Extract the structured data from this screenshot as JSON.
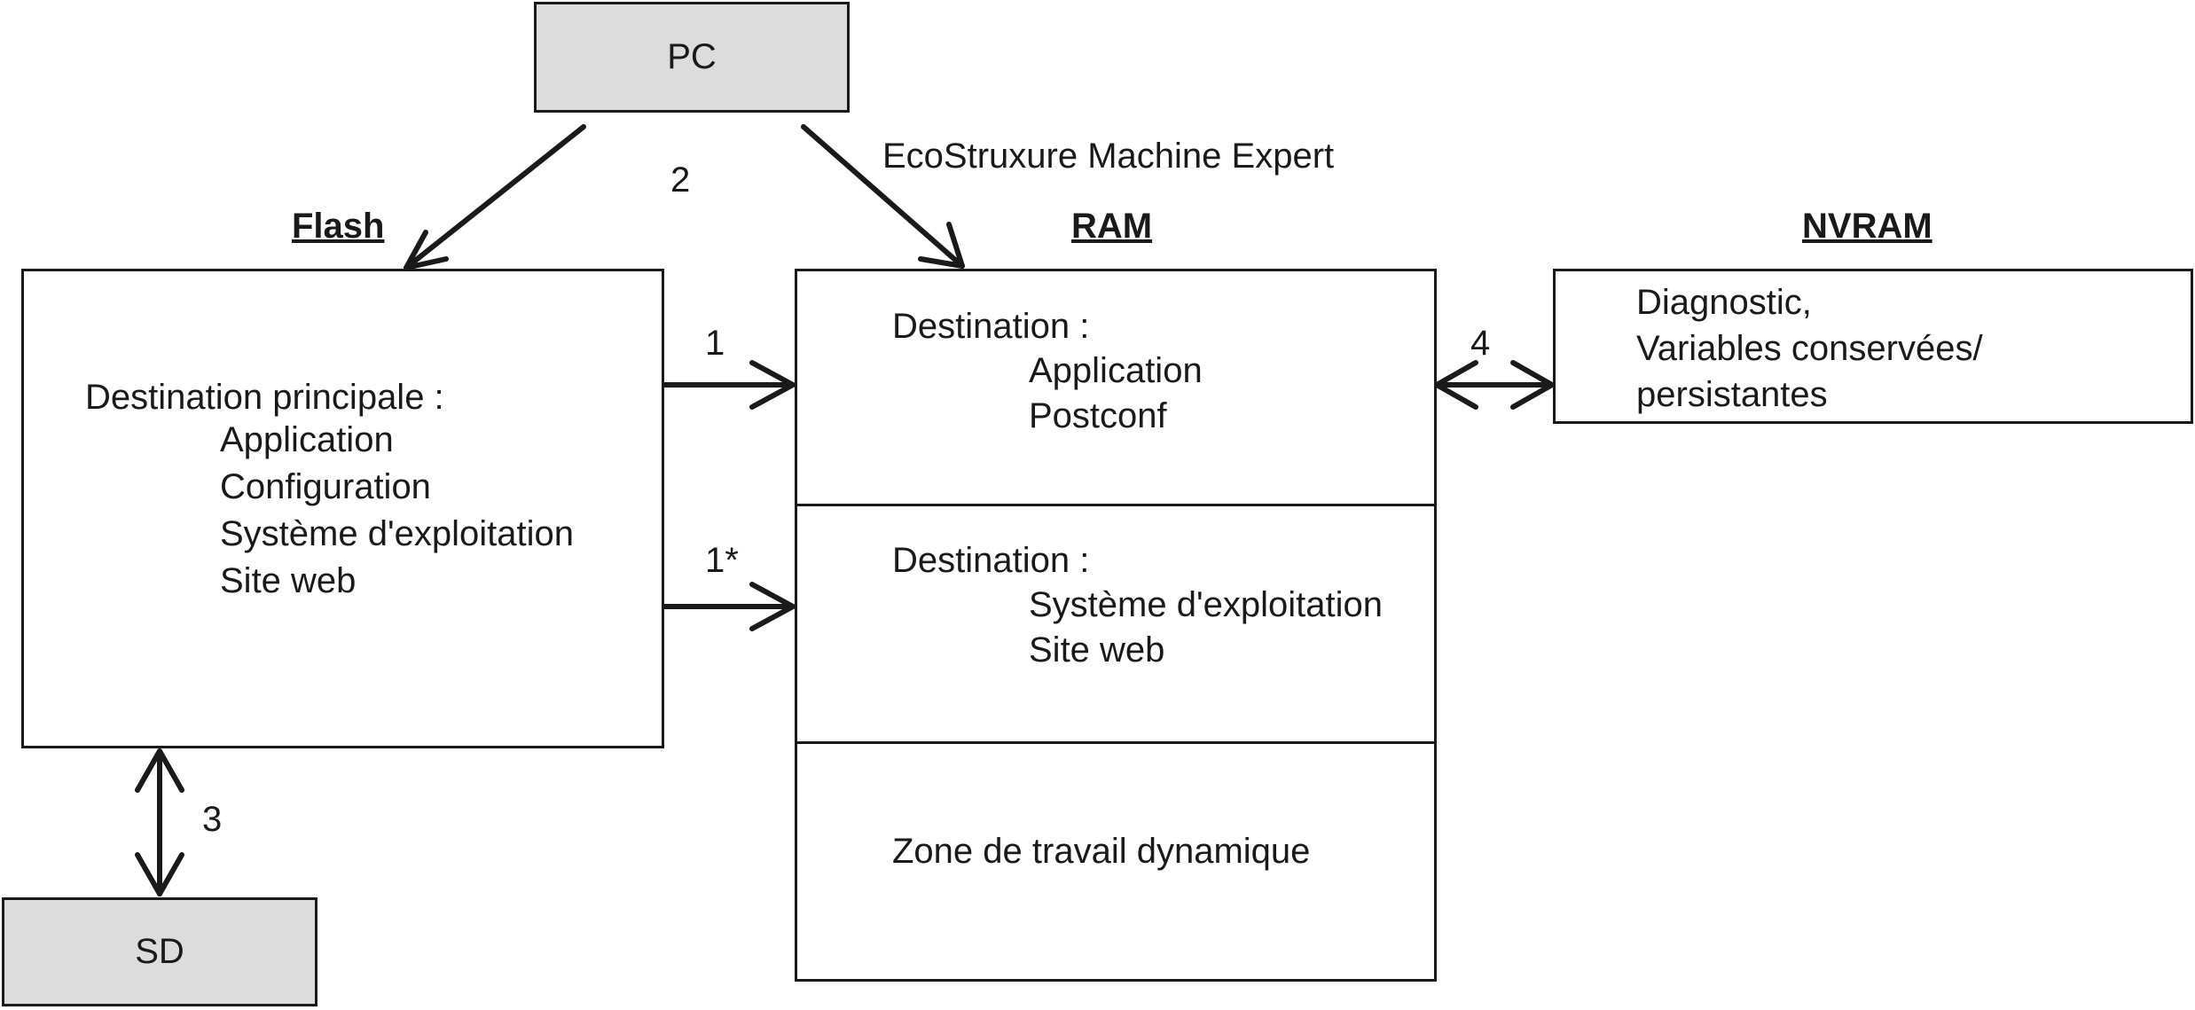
{
  "nodes": {
    "pc": "PC",
    "sd": "SD"
  },
  "headings": {
    "flash": "Flash",
    "ram": "RAM",
    "nvram": "NVRAM"
  },
  "flash_box": {
    "title": "Destination principale :",
    "items": [
      "Application",
      "Configuration",
      "Système d'exploitation",
      "Site web"
    ]
  },
  "ram_box": {
    "section1": {
      "title": "Destination :",
      "items": [
        "Application",
        "Postconf"
      ]
    },
    "section2": {
      "title": "Destination :",
      "items": [
        "Système d'exploitation",
        "Site web"
      ]
    },
    "section3": {
      "title": "Zone de travail dynamique"
    }
  },
  "nvram_box": {
    "lines": [
      "Diagnostic,",
      "Variables conservées/",
      "persistantes"
    ]
  },
  "labels": {
    "software": "EcoStruxure Machine Expert",
    "arrow1": "1",
    "arrow1star": "1*",
    "arrow2": "2",
    "arrow3": "3",
    "arrow4": "4"
  }
}
